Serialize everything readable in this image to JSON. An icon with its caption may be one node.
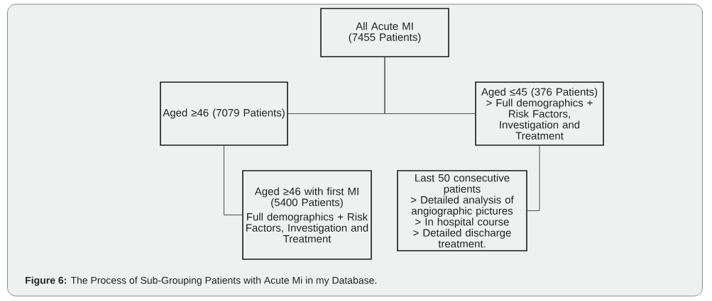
{
  "diagram": {
    "caption": "**Figure 6:** The Process of Sub-Grouping Patients with Acute Mi in my Database.",
    "nodes": [
      {
        "text": [
          "All Acute MI (7455 Patients)"
        ]
      },
      {
        "text": [
          "Aged ≥46 (7079 Patients)"
        ]
      },
      {
        "text": [
          "Aged ≤45 (376 Patients)",
          "> Full demographics + Risk Factors, Investigation and Treatment"
        ]
      },
      {
        "text": [
          "Aged ≥46 with first MI (5400 Patients)",
          "Full demographics + Risk Factors, Investigation and Treatment"
        ]
      },
      {
        "text": [
          "Last 50 consecutive patients",
          "> Detailed analysis of angiographic pictures",
          "> In hospital course",
          "> Detailed discharge treatment."
        ]
      }
    ],
    "edges": [
      {
        "from": 0,
        "to": 1,
        "arrow": "none"
      },
      {
        "from": 0,
        "to": 2,
        "arrow": "none"
      },
      {
        "from": 1,
        "to": 3,
        "arrow": "none"
      },
      {
        "from": 2,
        "to": 4,
        "arrow": "none"
      }
    ]
  }
}
